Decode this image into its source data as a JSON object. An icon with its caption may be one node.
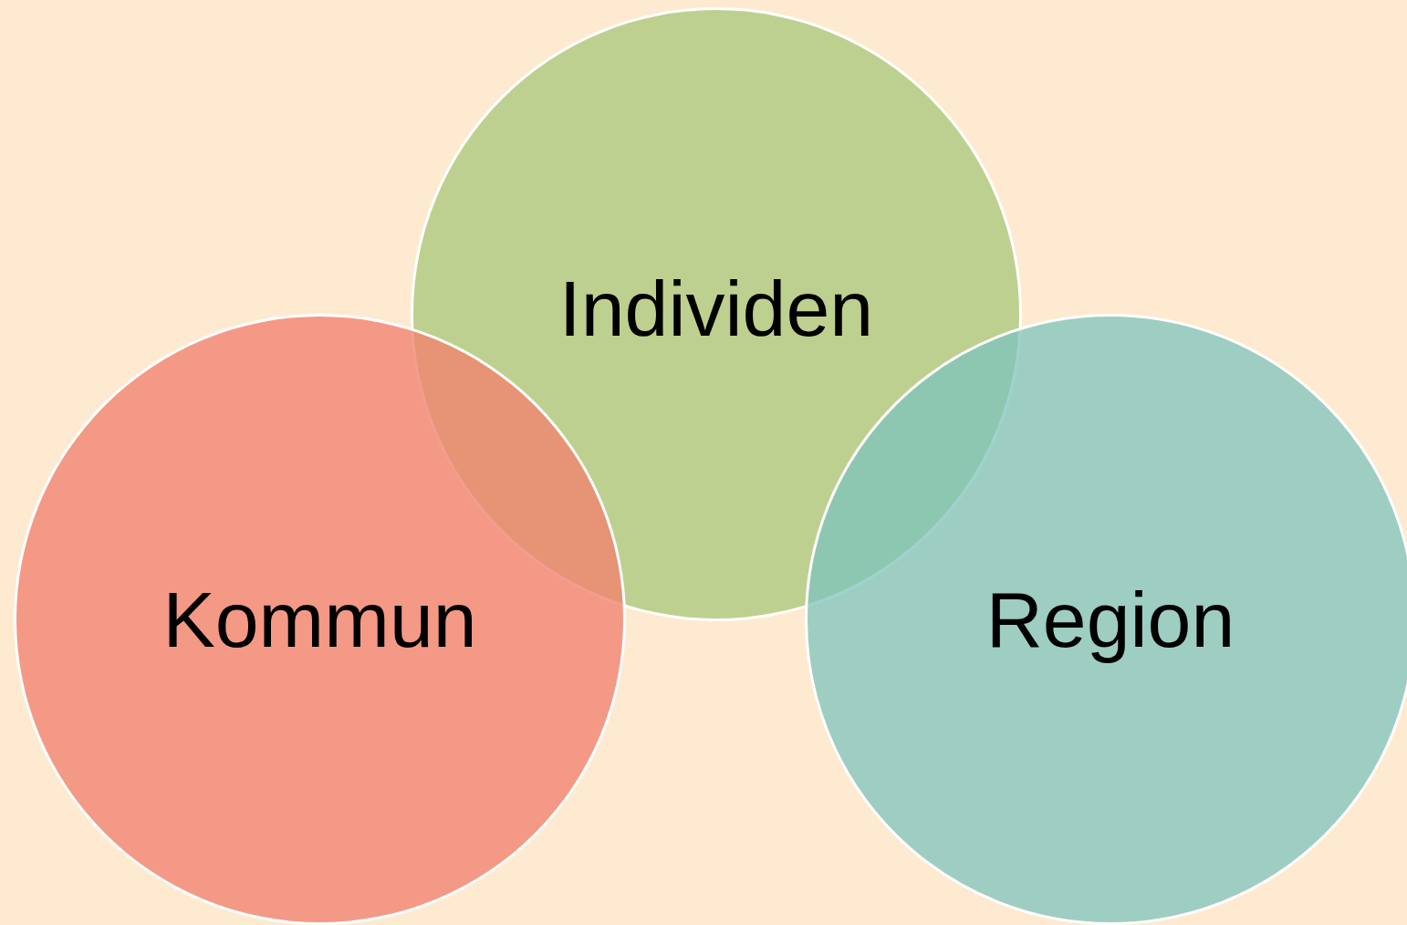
{
  "diagram": {
    "nodes": [
      {
        "text": [
          "Individen"
        ]
      },
      {
        "text": [
          "Kommun"
        ]
      },
      {
        "text": [
          "Region"
        ]
      }
    ]
  }
}
